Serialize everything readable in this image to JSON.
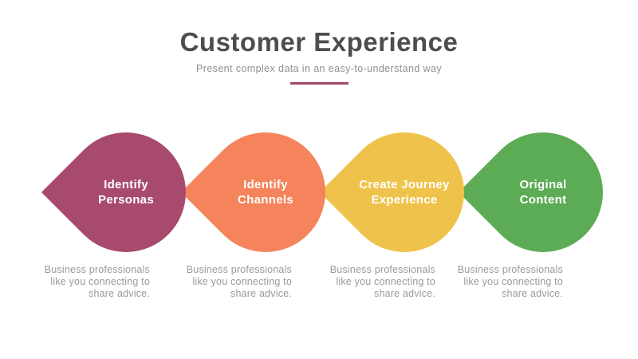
{
  "page": {
    "title": "Customer Experience",
    "subtitle": "Present complex data in an easy-to-understand way",
    "accent_color": "#a4476d",
    "background_color": "#ffffff"
  },
  "steps": [
    {
      "label": "Identify Personas",
      "color": "#a84a6d",
      "description": "Business professionals like you connecting to share advice."
    },
    {
      "label": "Identify Channels",
      "color": "#f5845c",
      "description": "Business professionals like you connecting to share advice."
    },
    {
      "label": "Create Journey Experience",
      "color": "#efc34b",
      "description": "Business professionals like you connecting to share advice."
    },
    {
      "label": "Original Content",
      "color": "#5cab55",
      "description": "Business professionals like you connecting to share advice."
    }
  ]
}
